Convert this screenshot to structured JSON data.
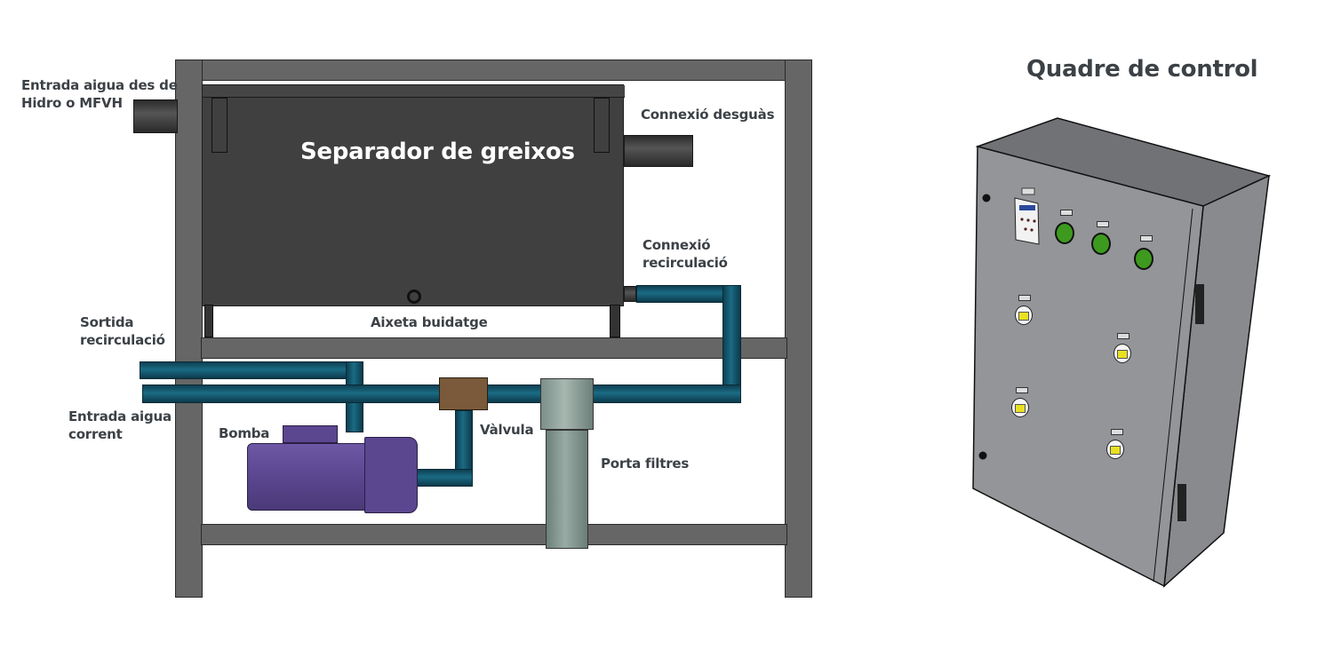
{
  "diagram": {
    "title": "Separador de greixos",
    "colors": {
      "frame": "#666666",
      "tank": "#404040",
      "pipe": "#15596f",
      "pump": "#5b4690",
      "valve": "#7a5a3a",
      "filter": "#7f938d",
      "cabinet": "#8f9194",
      "green_button": "#3d9a1e",
      "yellow_switch": "#e8e021"
    },
    "labels": {
      "inlet_hidro_line1": "Entrada aigua des de",
      "inlet_hidro_line2": "Hidro o MFVH",
      "drain_connection": "Connexió desguàs",
      "recirc_connection_line1": "Connexió",
      "recirc_connection_line2": "recirculació",
      "recirc_outlet_line1": "Sortida",
      "recirc_outlet_line2": "recirculació",
      "drain_tap": "Aixeta buidatge",
      "water_inlet_line1": "Entrada aigua",
      "water_inlet_line2": "corrent",
      "pump": "Bomba",
      "valve": "Vàlvula",
      "filter_holder": "Porta filtres"
    }
  },
  "control_panel": {
    "title": "Quadre de control",
    "green_buttons": 3,
    "selector_switches": 4,
    "display_module": 1
  }
}
